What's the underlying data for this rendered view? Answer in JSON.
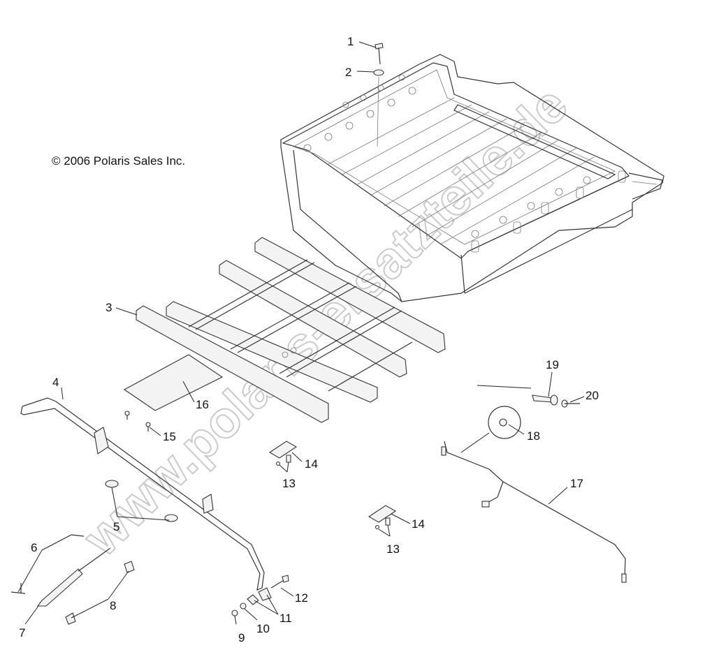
{
  "copyright": "© 2006 Polaris Sales Inc.",
  "watermark": "www.polaris-ersatzteile.de",
  "callouts": [
    {
      "id": "1",
      "label": "1"
    },
    {
      "id": "2",
      "label": "2"
    },
    {
      "id": "3",
      "label": "3"
    },
    {
      "id": "4",
      "label": "4"
    },
    {
      "id": "5",
      "label": "5"
    },
    {
      "id": "6",
      "label": "6"
    },
    {
      "id": "7",
      "label": "7"
    },
    {
      "id": "8",
      "label": "8"
    },
    {
      "id": "9",
      "label": "9"
    },
    {
      "id": "10",
      "label": "10"
    },
    {
      "id": "11",
      "label": "11"
    },
    {
      "id": "12",
      "label": "12"
    },
    {
      "id": "13a",
      "label": "13"
    },
    {
      "id": "13b",
      "label": "13"
    },
    {
      "id": "14a",
      "label": "14"
    },
    {
      "id": "14b",
      "label": "14"
    },
    {
      "id": "15",
      "label": "15"
    },
    {
      "id": "16",
      "label": "16"
    },
    {
      "id": "17",
      "label": "17"
    },
    {
      "id": "18",
      "label": "18"
    },
    {
      "id": "19",
      "label": "19"
    },
    {
      "id": "20",
      "label": "20"
    }
  ]
}
